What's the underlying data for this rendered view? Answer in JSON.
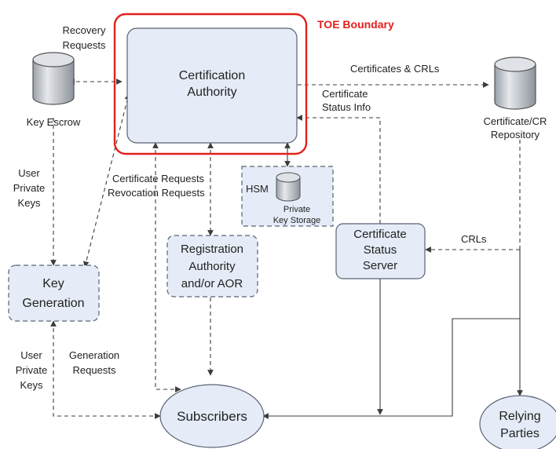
{
  "toe_boundary": {
    "label": "TOE Boundary",
    "color": "#e2211c"
  },
  "nodes": {
    "ca": {
      "line1": "Certification",
      "line2": "Authority"
    },
    "key_escrow": {
      "label": "Key Escrow"
    },
    "repository": {
      "line1": "Certificate/CR",
      "line2": "Repository"
    },
    "hsm": {
      "label": "HSM",
      "storage_line1": "Private",
      "storage_line2": "Key Storage"
    },
    "status_server": {
      "line1": "Certificate",
      "line2": "Status",
      "line3": "Server"
    },
    "ra": {
      "line1": "Registration",
      "line2": "Authority",
      "line3": "and/or AOR"
    },
    "key_generation": {
      "line1": "Key",
      "line2": "Generation"
    },
    "subscribers": {
      "label": "Subscribers"
    },
    "relying_parties": {
      "line1": "Relying",
      "line2": "Parties"
    }
  },
  "edge_labels": {
    "recovery_requests": {
      "line1": "Recovery",
      "line2": "Requests"
    },
    "certs_crls": "Certificates & CRLs",
    "cert_status_info": {
      "line1": "Certificate",
      "line2": "Status Info"
    },
    "user_private_keys_top": {
      "line1": "User",
      "line2": "Private",
      "line3": "Keys"
    },
    "cert_revocation_requests": {
      "line1": "Certificate Requests",
      "line2": "Revocation Requests"
    },
    "crls": "CRLs",
    "user_private_keys_bottom": {
      "line1": "User",
      "line2": "Private",
      "line3": "Keys"
    },
    "generation_requests": {
      "line1": "Generation",
      "line2": "Requests"
    }
  },
  "colors": {
    "node_fill": "#e5ecf7",
    "node_stroke": "#5a6272",
    "connector": "#3c3c3c",
    "db_fill": "#cdd2da"
  }
}
